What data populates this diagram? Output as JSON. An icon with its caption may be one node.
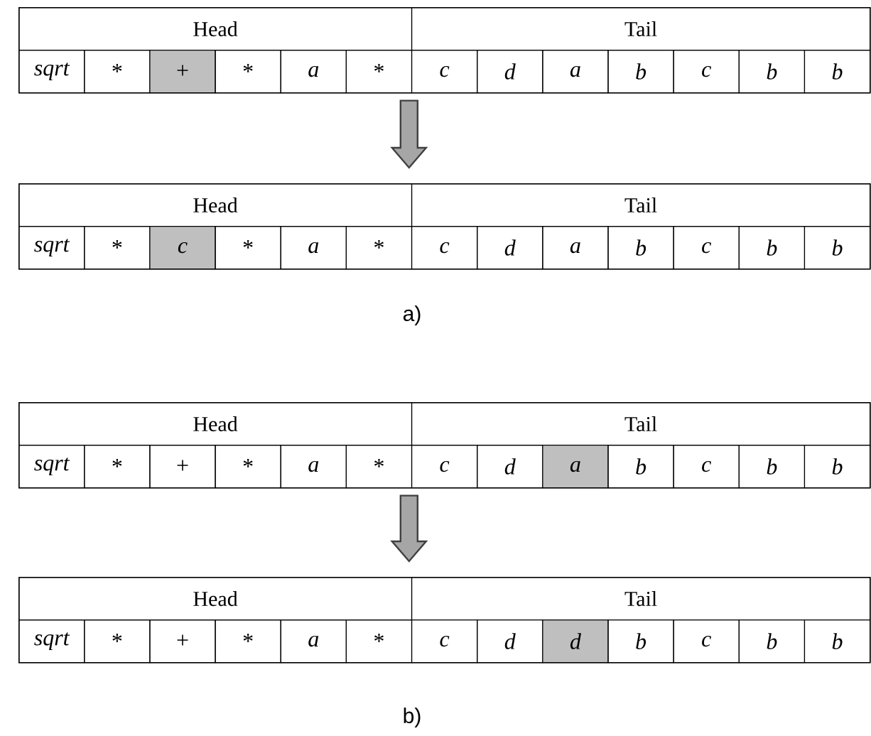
{
  "diagram": {
    "nodes": [
      {
        "text": [],
        "shape": "box"
      },
      {
        "text": [
          "Head"
        ],
        "in": 0
      },
      {
        "text": [
          "Tail"
        ],
        "in": 0
      },
      {
        "text": [
          "sqrt"
        ],
        "in": 0
      },
      {
        "text": [
          "*"
        ],
        "in": 0
      },
      {
        "text": [
          "+"
        ],
        "in": 0
      },
      {
        "text": [
          "*"
        ],
        "in": 0
      },
      {
        "text": [
          "a"
        ],
        "in": 0
      },
      {
        "text": [
          "*"
        ],
        "in": 0
      },
      {
        "text": [
          "c"
        ],
        "in": 0
      },
      {
        "text": [
          "d"
        ],
        "in": 0
      },
      {
        "text": [
          "a"
        ],
        "in": 0
      },
      {
        "text": [
          "b"
        ],
        "in": 0
      },
      {
        "text": [
          "c"
        ],
        "in": 0
      },
      {
        "text": [
          "b"
        ],
        "in": 0
      },
      {
        "text": [
          "b"
        ],
        "in": 0
      },
      {
        "text": [],
        "shape": "box"
      },
      {
        "text": [
          "Head"
        ],
        "in": 16
      },
      {
        "text": [
          "Tail"
        ],
        "in": 16
      },
      {
        "text": [
          "sqrt"
        ],
        "in": 16
      },
      {
        "text": [
          "*"
        ],
        "in": 16
      },
      {
        "text": [
          "c"
        ],
        "in": 16
      },
      {
        "text": [
          "*"
        ],
        "in": 16
      },
      {
        "text": [
          "a"
        ],
        "in": 16
      },
      {
        "text": [
          "*"
        ],
        "in": 16
      },
      {
        "text": [
          "c"
        ],
        "in": 16
      },
      {
        "text": [
          "d"
        ],
        "in": 16
      },
      {
        "text": [
          "a"
        ],
        "in": 16
      },
      {
        "text": [
          "b"
        ],
        "in": 16
      },
      {
        "text": [
          "c"
        ],
        "in": 16
      },
      {
        "text": [
          "b"
        ],
        "in": 16
      },
      {
        "text": [
          "b"
        ],
        "in": 16
      },
      {
        "text": [],
        "shape": "box"
      },
      {
        "text": [
          "Head"
        ],
        "in": 32
      },
      {
        "text": [
          "Tail"
        ],
        "in": 32
      },
      {
        "text": [
          "sqrt"
        ],
        "in": 32
      },
      {
        "text": [
          "*"
        ],
        "in": 32
      },
      {
        "text": [
          "+"
        ],
        "in": 32
      },
      {
        "text": [
          "*"
        ],
        "in": 32
      },
      {
        "text": [
          "a"
        ],
        "in": 32
      },
      {
        "text": [
          "*"
        ],
        "in": 32
      },
      {
        "text": [
          "c"
        ],
        "in": 32
      },
      {
        "text": [
          "d"
        ],
        "in": 32
      },
      {
        "text": [
          "a"
        ],
        "in": 32
      },
      {
        "text": [
          "b"
        ],
        "in": 32
      },
      {
        "text": [
          "c"
        ],
        "in": 32
      },
      {
        "text": [
          "b"
        ],
        "in": 32
      },
      {
        "text": [
          "b"
        ],
        "in": 32
      },
      {
        "text": [],
        "shape": "box"
      },
      {
        "text": [
          "Head"
        ],
        "in": 48
      },
      {
        "text": [
          "Tail"
        ],
        "in": 48
      },
      {
        "text": [
          "sqrt"
        ],
        "in": 48
      },
      {
        "text": [
          "*"
        ],
        "in": 48
      },
      {
        "text": [
          "+"
        ],
        "in": 48
      },
      {
        "text": [
          "*"
        ],
        "in": 48
      },
      {
        "text": [
          "a"
        ],
        "in": 48
      },
      {
        "text": [
          "*"
        ],
        "in": 48
      },
      {
        "text": [
          "c"
        ],
        "in": 48
      },
      {
        "text": [
          "d"
        ],
        "in": 48
      },
      {
        "text": [
          "d"
        ],
        "in": 48
      },
      {
        "text": [
          "b"
        ],
        "in": 48
      },
      {
        "text": [
          "c"
        ],
        "in": 48
      },
      {
        "text": [
          "b"
        ],
        "in": 48
      },
      {
        "text": [
          "b"
        ],
        "in": 48
      }
    ],
    "edges": [
      {
        "from": 0,
        "to": 16,
        "arrow": "to"
      },
      {
        "from": 32,
        "to": 48,
        "arrow": "to"
      }
    ],
    "labels": [
      "a)",
      "b)"
    ]
  }
}
